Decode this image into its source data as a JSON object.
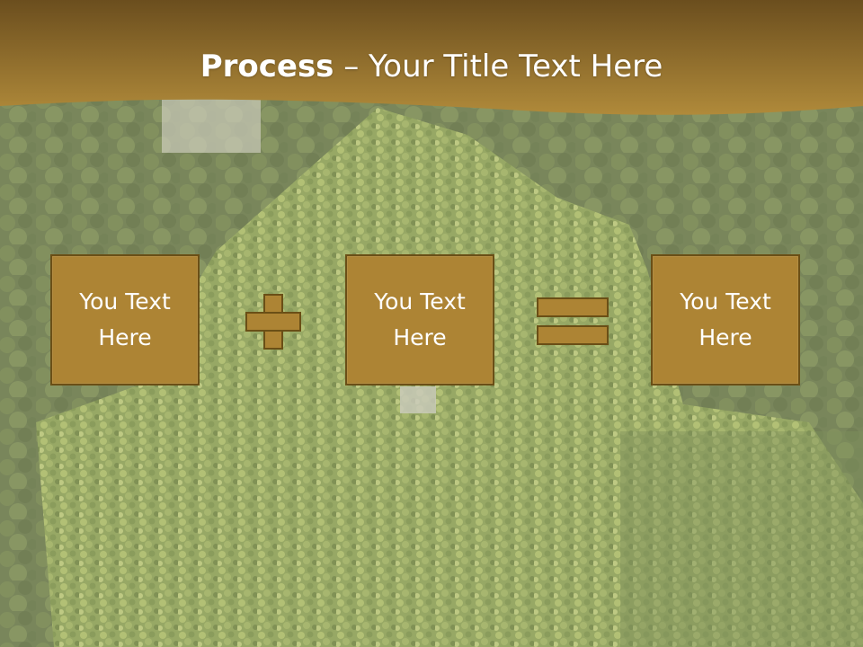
{
  "slide": {
    "title_bold": "Process",
    "title_rest": " – Your Title Text Here",
    "boxes": [
      {
        "text": "You Text\nHere"
      },
      {
        "text": "You Text\nHere"
      },
      {
        "text": "You Text\nHere"
      }
    ],
    "operators": [
      "plus",
      "equals"
    ]
  },
  "colors": {
    "header_dark": "#6b4e1e",
    "header_light": "#b08a3a",
    "box_fill": "#ad8434",
    "box_border": "#6a4f16",
    "title_text": "#ffffff"
  }
}
